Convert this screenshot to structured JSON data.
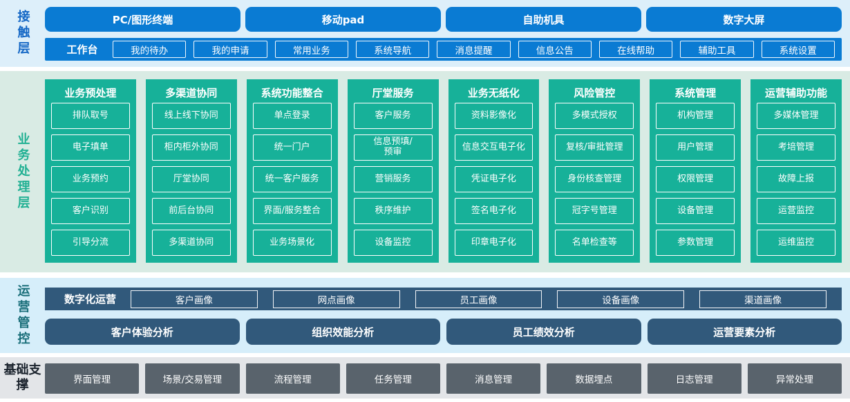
{
  "colors": {
    "blue": "#0a7bd3",
    "green": "#17b199",
    "steel": "#31597b",
    "slate": "#59636c",
    "band-blue": "#ddeffa",
    "band-green": "#d9ebe4",
    "band-ops": "#d6eefa",
    "band-gray": "#e3e5e8",
    "label-blue": "#1467c5",
    "label-green": "#21b093",
    "label-teal": "#196e79",
    "label-dark": "#1a222c"
  },
  "layers": {
    "contact": {
      "label": "接触层",
      "devices": [
        "PC/图形终端",
        "移动pad",
        "自助机具",
        "数字大屏"
      ],
      "workbench": {
        "label": "工作台",
        "items": [
          "我的待办",
          "我的申请",
          "常用业务",
          "系统导航",
          "消息提醒",
          "信息公告",
          "在线帮助",
          "辅助工具",
          "系统设置"
        ]
      }
    },
    "business": {
      "label": "业务处理层",
      "columns": [
        {
          "title": "业务预处理",
          "items": [
            "排队取号",
            "电子填单",
            "业务预约",
            "客户识别",
            "引导分流"
          ]
        },
        {
          "title": "多渠道协同",
          "items": [
            "线上线下协同",
            "柜内柜外协同",
            "厅堂协同",
            "前后台协同",
            "多渠道协同"
          ]
        },
        {
          "title": "系统功能整合",
          "items": [
            "单点登录",
            "统一门户",
            "统一客户服务",
            "界面/服务整合",
            "业务场景化"
          ]
        },
        {
          "title": "厅堂服务",
          "items": [
            "客户服务",
            "信息预填/\n预审",
            "营销服务",
            "秩序维护",
            "设备监控"
          ]
        },
        {
          "title": "业务无纸化",
          "items": [
            "资料影像化",
            "信息交互电子化",
            "凭证电子化",
            "签名电子化",
            "印章电子化"
          ]
        },
        {
          "title": "风险管控",
          "items": [
            "多模式授权",
            "复核/审批管理",
            "身份核查管理",
            "冠字号管理",
            "名单检查等"
          ]
        },
        {
          "title": "系统管理",
          "items": [
            "机构管理",
            "用户管理",
            "权限管理",
            "设备管理",
            "参数管理"
          ]
        },
        {
          "title": "运营辅助功能",
          "items": [
            "多媒体管理",
            "考培管理",
            "故障上报",
            "运营监控",
            "运维监控"
          ]
        }
      ]
    },
    "operations": {
      "label": "运营管控",
      "digital": {
        "label": "数字化运营",
        "items": [
          "客户画像",
          "网点画像",
          "员工画像",
          "设备画像",
          "渠道画像"
        ]
      },
      "analysis": [
        "客户体验分析",
        "组织效能分析",
        "员工绩效分析",
        "运营要素分析"
      ]
    },
    "foundation": {
      "label": "基础支撑",
      "items": [
        "界面管理",
        "场景/交易管理",
        "流程管理",
        "任务管理",
        "消息管理",
        "数据埋点",
        "日志管理",
        "异常处理"
      ]
    }
  }
}
